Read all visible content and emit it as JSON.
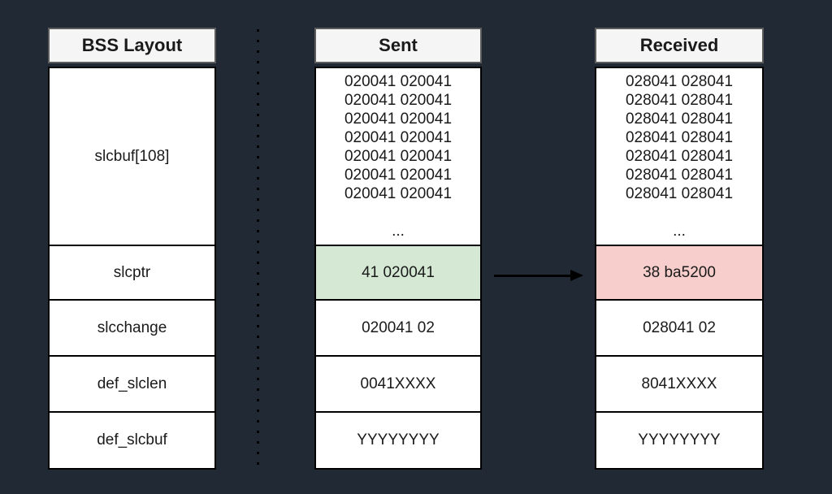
{
  "diagram": {
    "description": "BSS layout memory diff between sent and received buffers",
    "colors": {
      "background": "#212934",
      "header_fill": "#f5f5f5",
      "header_border": "#5c5c5c",
      "cell_fill": "#ffffff",
      "cell_border": "#000000",
      "highlight_green": "#d5e8d4",
      "highlight_red": "#f8cecc",
      "arrow": "#000000"
    },
    "columns": [
      {
        "header": "BSS Layout",
        "rows": [
          {
            "label": "slcbuf[108]"
          },
          {
            "label": "slcptr"
          },
          {
            "label": "slcchange"
          },
          {
            "label": "def_slclen"
          },
          {
            "label": "def_slcbuf"
          }
        ]
      },
      {
        "header": "Sent",
        "rows": [
          {
            "label": "020041 020041\n020041 020041\n020041 020041\n020041 020041\n020041 020041\n020041 020041\n020041 020041\n\n..."
          },
          {
            "label": "41 020041",
            "highlight": "green"
          },
          {
            "label": "020041 02"
          },
          {
            "label": "0041XXXX"
          },
          {
            "label": "YYYYYYYY"
          }
        ]
      },
      {
        "header": "Received",
        "rows": [
          {
            "label": "028041 028041\n028041 028041\n028041 028041\n028041 028041\n028041 028041\n028041 028041\n028041 028041\n\n..."
          },
          {
            "label": "38 ba5200",
            "highlight": "red"
          },
          {
            "label": "028041 02"
          },
          {
            "label": "8041XXXX"
          },
          {
            "label": "YYYYYYYY"
          }
        ]
      }
    ],
    "arrow": {
      "from": "sent-slcptr-cell",
      "to": "received-slcptr-cell"
    }
  }
}
